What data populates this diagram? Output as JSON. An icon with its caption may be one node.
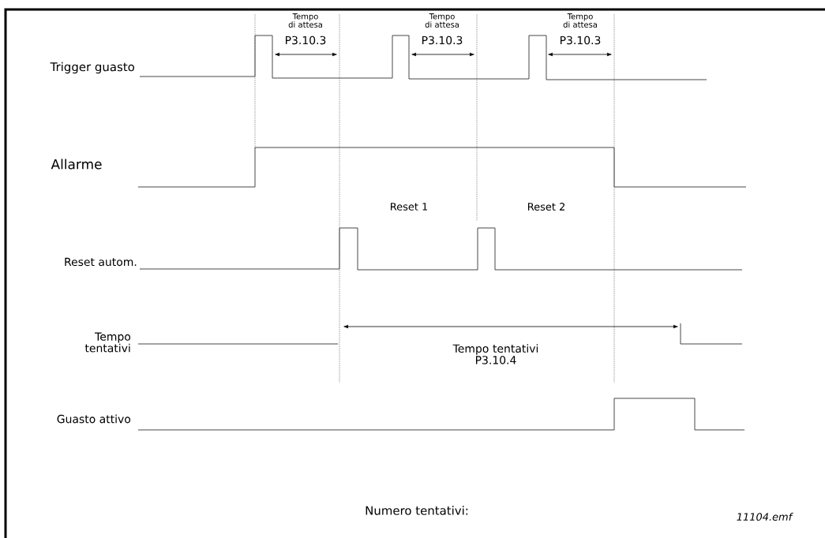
{
  "diagram": {
    "labels": [
      "Tempo di attesa",
      "P3.10.3",
      "Tempo di attesa",
      "P3.10.3",
      "Tempo di attesa",
      "P3.10.3",
      "Trigger guasto",
      "Allarme",
      "Reset 1",
      "Reset 2",
      "Reset autom.",
      "Tempo tentativi",
      "Tempo tentativi P3.10.4",
      "Guasto attivo",
      "Numero tentativi:",
      "11104.emf"
    ]
  }
}
